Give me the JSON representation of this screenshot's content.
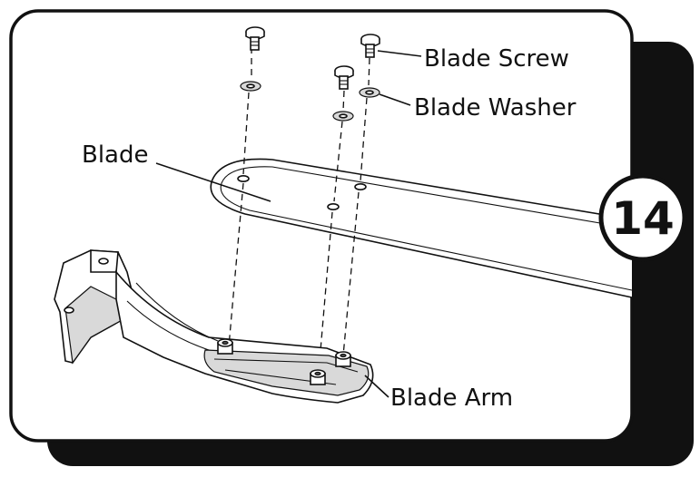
{
  "diagram": {
    "step_number": "14",
    "labels": {
      "blade_screw": "Blade Screw",
      "blade_washer": "Blade Washer",
      "blade": "Blade",
      "blade_arm": "Blade Arm"
    }
  }
}
